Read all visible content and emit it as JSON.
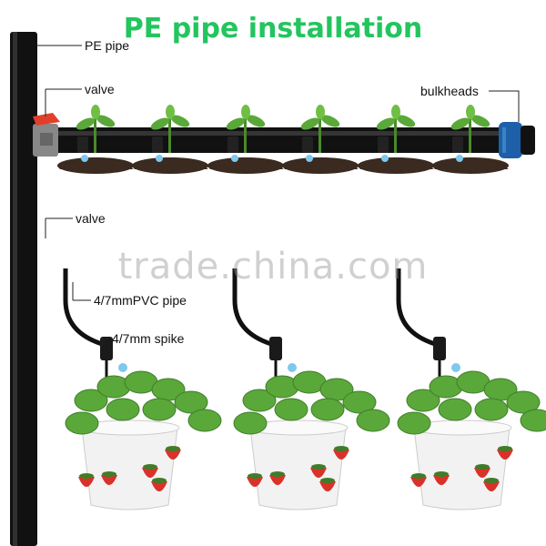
{
  "title": "PE pipe installation",
  "labels": {
    "pe_pipe": "PE pipe",
    "valve_top": "valve",
    "bulkheads": "bulkheads",
    "valve_side": "valve",
    "pvc_pipe": "4/7mmPVC pipe",
    "spike": "4/7mm spike"
  },
  "watermark": "trade.china.com",
  "colors": {
    "title": "#22c55e",
    "pipe": "#111111",
    "valve": "#e0402a",
    "bulkhead": "#1d5fa8",
    "soil": "#3a2a20",
    "leaf": "#5aa83a",
    "pot": "#f2f2f2",
    "strawberry": "#d8322a",
    "water": "#7ec8f0"
  }
}
